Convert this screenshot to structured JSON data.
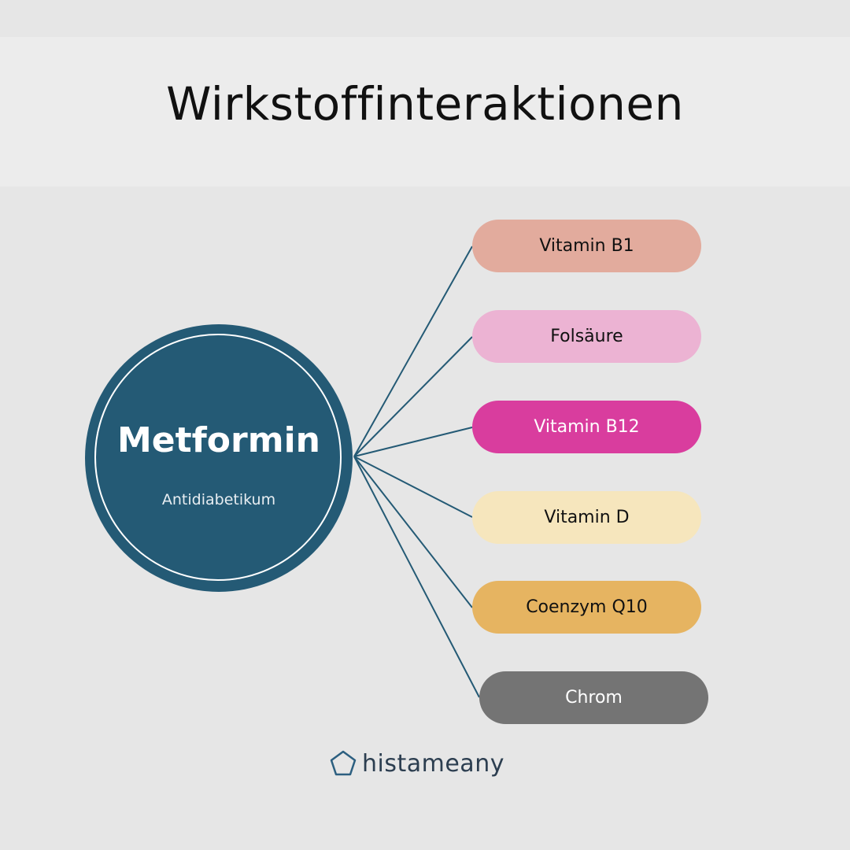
{
  "title": "Wirkstoffinteraktionen",
  "hub": {
    "name": "Metformin",
    "subtitle": "Antidiabetikum",
    "color": "#245a75"
  },
  "interactions": [
    {
      "label": "Vitamin B1",
      "bg": "#e2ab9d",
      "fg": "#111111"
    },
    {
      "label": "Folsäure",
      "bg": "#ecb3d3",
      "fg": "#111111"
    },
    {
      "label": "Vitamin B12",
      "bg": "#d93d9e",
      "fg": "#ffffff"
    },
    {
      "label": "Vitamin D",
      "bg": "#f6e6bd",
      "fg": "#111111"
    },
    {
      "label": "Coenzym Q10",
      "bg": "#e6b461",
      "fg": "#111111"
    },
    {
      "label": "Chrom",
      "bg": "#747474",
      "fg": "#ffffff"
    }
  ],
  "connector_color": "#245a75",
  "logo": {
    "text": "histameany",
    "icon": "pentagon-icon"
  }
}
